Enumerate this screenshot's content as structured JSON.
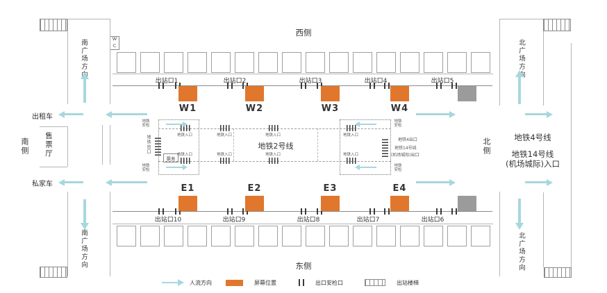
{
  "sides": {
    "west": "西侧",
    "east": "东侧",
    "south": "南侧",
    "north": "北侧"
  },
  "corridors": {
    "south_plaza": "南广场方向",
    "north_plaza": "北广场方向"
  },
  "left": {
    "wc": "WC",
    "taxi": "出租车",
    "ticket_hall": "售票厅",
    "private_car": "私家车"
  },
  "right": {
    "line4": "地铁4号线",
    "line14": "地铁14号线",
    "line14_sub": "(机场城际)入口"
  },
  "center": {
    "line2": "地铁2号线",
    "ticket_office": "票务",
    "metro_entrance": "地铁入口",
    "metro_exit": "地铁出口",
    "metro_security": "地铁安检",
    "line4_exit": "地铁4出口",
    "line14_exit_l1": "地铁14号线",
    "line14_exit_l2": "(机场城际)出口"
  },
  "top_exits": [
    "出站口1",
    "出站口2",
    "出站口3",
    "出站口4",
    "出站口5"
  ],
  "bottom_exits": [
    "出站口10",
    "出站口9",
    "出站口8",
    "出站口7",
    "出站口6"
  ],
  "screens_top": [
    "W1",
    "W2",
    "W3",
    "W4"
  ],
  "screens_bottom": [
    "E1",
    "E2",
    "E3",
    "E4"
  ],
  "legend": [
    {
      "icon": "arrow",
      "label": "人流方向"
    },
    {
      "icon": "screen",
      "label": "屏幕位置"
    },
    {
      "icon": "gate",
      "label": "出口安检口"
    },
    {
      "icon": "stairs",
      "label": "出站楼梯"
    }
  ],
  "colors": {
    "screen": "#E0772C",
    "gray_box": "#9B9B9B",
    "arrow": "#A7D7DF"
  }
}
